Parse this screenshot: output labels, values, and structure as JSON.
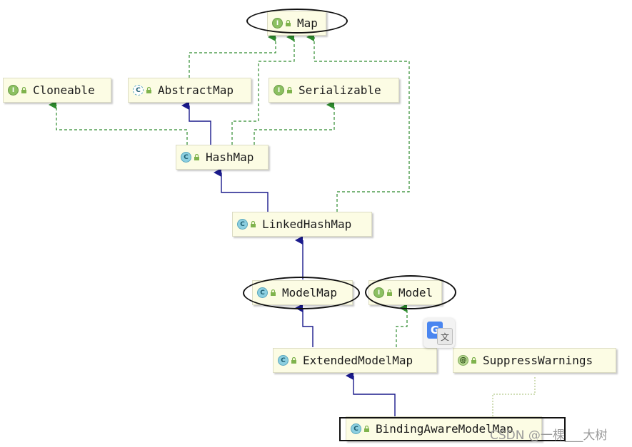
{
  "nodes": {
    "map": {
      "kind": "interface",
      "badge": "I",
      "label": "Map"
    },
    "cloneable": {
      "kind": "interface",
      "badge": "I",
      "label": "Cloneable"
    },
    "abstract_map": {
      "kind": "abstract",
      "badge": "C",
      "label": "AbstractMap"
    },
    "serializable": {
      "kind": "interface",
      "badge": "I",
      "label": "Serializable"
    },
    "hash_map": {
      "kind": "class",
      "badge": "C",
      "label": "HashMap"
    },
    "linked_hash_map": {
      "kind": "class",
      "badge": "C",
      "label": "LinkedHashMap"
    },
    "model_map": {
      "kind": "class",
      "badge": "C",
      "label": "ModelMap"
    },
    "model": {
      "kind": "interface",
      "badge": "I",
      "label": "Model"
    },
    "extended_model_map": {
      "kind": "class",
      "badge": "C",
      "label": "ExtendedModelMap"
    },
    "suppress_warnings": {
      "kind": "annotation",
      "badge": "@",
      "label": "SuppressWarnings"
    },
    "binding_aware_model_map": {
      "kind": "class",
      "badge": "C",
      "label": "BindingAwareModelMap"
    }
  },
  "edge_styles": {
    "extends": {
      "color": "#1a1a8c",
      "dash": "solid"
    },
    "implements": {
      "color": "#2e8b2e",
      "dash": "dashed"
    },
    "annotated": {
      "color": "#b5c98a",
      "dash": "dotted"
    }
  },
  "colors": {
    "node_fill": "#fcfce4",
    "interface_badge": "#8cc061",
    "class_badge": "#8ccfe0",
    "highlight": "#111111"
  },
  "icons": {
    "visibility": "lock-icon",
    "translate": "google-translate-icon"
  },
  "translate_widget": {
    "g": "G",
    "wen": "文"
  },
  "watermark": "CSDN @一棵___大树"
}
